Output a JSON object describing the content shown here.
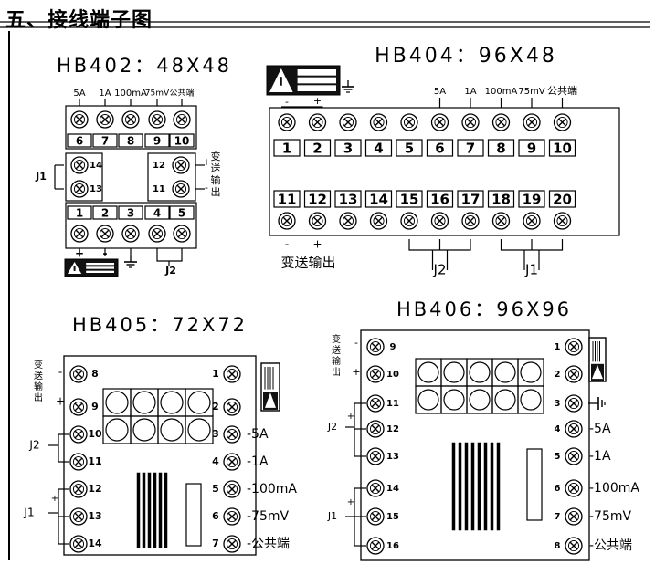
{
  "header": {
    "title": "五、接线端子图"
  },
  "hb402": {
    "title": "HB402：48X48",
    "top_labels": [
      "5A",
      "1A",
      "100mA",
      "75mV",
      "公共端"
    ],
    "top_nums": [
      "6",
      "7",
      "8",
      "9",
      "10"
    ],
    "bottom_nums": [
      "1",
      "2",
      "3",
      "4",
      "5"
    ],
    "mid_left": [
      "14",
      "13"
    ],
    "mid_right": [
      "12",
      "11"
    ],
    "j1": "J1",
    "j2": "J2",
    "side_vertical": "变送输出",
    "plus": "+",
    "minus": "-"
  },
  "hb404": {
    "title": "HB404：96X48",
    "top_labels": [
      "5A",
      "1A",
      "100mA",
      "75mV",
      "公共端"
    ],
    "top_nums": [
      "1",
      "2",
      "3",
      "4",
      "5",
      "6",
      "7",
      "8",
      "9",
      "10"
    ],
    "bottom_nums": [
      "11",
      "12",
      "13",
      "14",
      "15",
      "16",
      "17",
      "18",
      "19",
      "20"
    ],
    "minus": "-",
    "plus": "+",
    "output_label": "变送输出",
    "j2": "J2",
    "j1": "J1"
  },
  "hb405": {
    "title": "HB405：72X72",
    "left_nums": [
      "8",
      "9",
      "10",
      "11",
      "12",
      "13",
      "14"
    ],
    "right_nums": [
      "1",
      "2",
      "3",
      "4",
      "5",
      "6",
      "7"
    ],
    "right_labels": [
      "5A",
      "1A",
      "100mA",
      "75mV",
      "公共端"
    ],
    "side_vertical": "变送输出",
    "j2": "J2",
    "j1": "J1",
    "plus": "+",
    "minus": "-"
  },
  "hb406": {
    "title": "HB406：96X96",
    "left_nums": [
      "9",
      "10",
      "11",
      "12",
      "13",
      "14",
      "15",
      "16"
    ],
    "right_nums": [
      "1",
      "2",
      "3",
      "4",
      "5",
      "6",
      "7",
      "8"
    ],
    "right_labels": [
      "5A",
      "1A",
      "100mA",
      "75mV",
      "公共端"
    ],
    "side_vertical": "变送输出",
    "j2": "J2",
    "j1": "J1",
    "plus": "+",
    "minus": "-"
  }
}
